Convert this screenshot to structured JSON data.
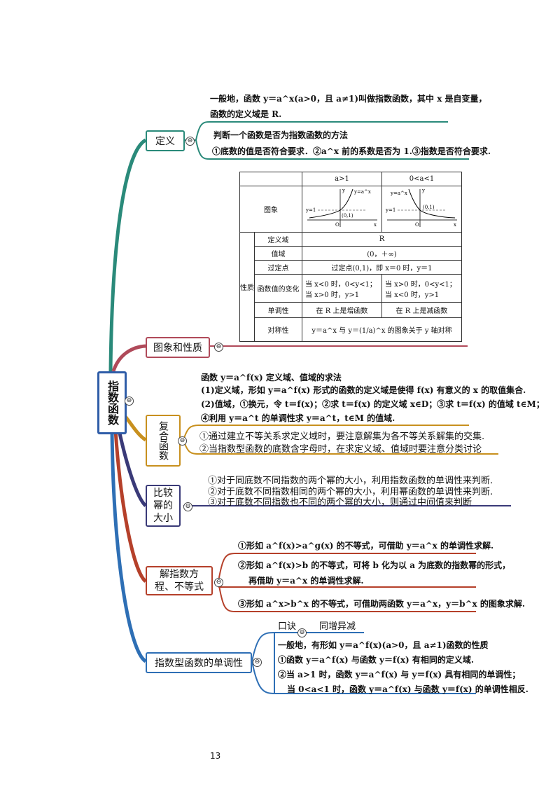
{
  "root": "指数函数",
  "branches": {
    "definition": {
      "label": "定义",
      "lines_top": [
        "一般地，函数 y＝a^x(a>0，且 a≠1)叫做指数函数，其中 x 是自变量，",
        "函数的定义域是 R."
      ],
      "lines_bottom": [
        "判断一个函数是否为指数函数的方法",
        "①底数的值是否符合要求．②a^x 前的系数是否为 1.③指数是否符合要求."
      ]
    },
    "graph": {
      "label": "图象和性质",
      "table": {
        "col_a_gt_1": "a>1",
        "col_a_lt_1": "0<a<1",
        "graph_label": "图象",
        "property_label": "性质",
        "rows": [
          {
            "name": "定义域",
            "both": "R"
          },
          {
            "name": "值域",
            "both": "(0，＋∞)"
          },
          {
            "name": "过定点",
            "both": "过定点(0,1)，即 x＝0 时，y＝1"
          },
          {
            "name": "函数值的变化",
            "left": [
              "当 x<0 时，0<y<1；",
              "当 x>0 时，y>1"
            ],
            "right": [
              "当 x>0 时，0<y<1；",
              "当 x<0 时，y>1"
            ]
          },
          {
            "name": "单调性",
            "left": "在 R 上是增函数",
            "right": "在 R 上是减函数"
          },
          {
            "name": "对称性",
            "both": "y＝a^x 与 y＝(1/a)^x 的图象关于 y 轴对称"
          }
        ],
        "graph_labels": {
          "y_eq_1": "y=1",
          "point": "(0,1)",
          "origin": "O",
          "x": "x",
          "y": "y",
          "curve_left": "y=a^x",
          "curve_right": "y=a^x"
        }
      }
    },
    "composite": {
      "label": "复合函数",
      "lines_top": [
        "函数 y＝a^f(x) 定义域、值域的求法",
        "(1)定义域，形如 y＝a^f(x) 形式的函数的定义域是使得 f(x) 有意义的 x 的取值集合.",
        "(2)值域，①换元，令 t＝f(x)；②求 t＝f(x) 的定义域 x∈D；③求 t＝f(x) 的值域 t∈M；",
        "④利用 y＝a^t 的单调性求 y＝a^t，t∈M 的值域."
      ],
      "lines_bottom": [
        "①通过建立不等关系求定义域时，要注意解集为各不等关系解集的交集.",
        "②当指数型函数的底数含字母时，在求定义域、值域时要注意分类讨论"
      ]
    },
    "compare": {
      "label": "比较幂的大小",
      "lines": [
        "①对于同底数不同指数的两个幂的大小，利用指数函数的单调性来判断.",
        "②对于底数不同指数相同的两个幂的大小，利用幂函数的单调性来判断.",
        "③对于底数不同指数也不同的两个幂的大小，则通过中间值来判断"
      ]
    },
    "solve": {
      "label": "解指数方程、不等式",
      "lines": [
        "①形如 a^f(x)>a^g(x) 的不等式，可借助 y＝a^x 的单调性求解.",
        "②形如 a^f(x)>b 的不等式，可将 b 化为以 a 为底数的指数幂的形式，",
        "再借助 y＝a^x 的单调性求解.",
        "③形如 a^x>b^x 的不等式，可借助两函数 y＝a^x，y＝b^x 的图象求解."
      ]
    },
    "monotone": {
      "label": "指数型函数的单调性",
      "mnemonic_key": "口诀",
      "mnemonic_value": "同增异减",
      "lines": [
        "一般地，有形如 y＝a^f(x)(a>0，且 a≠1)函数的性质",
        "①函数 y＝a^f(x) 与函数 y＝f(x) 有相同的定义域.",
        "②当 a>1 时，函数 y＝a^f(x) 与 y＝f(x) 具有相同的单调性；",
        "当 0<a<1 时，函数 y＝a^f(x) 与函数 y＝f(x) 的单调性相反."
      ]
    }
  },
  "collapse_symbol": "⊖",
  "page_number": "13",
  "colors": {
    "definition": "#2a8a7a",
    "graph": "#b04a5a",
    "composite": "#c8901e",
    "compare": "#3a3a78",
    "solve": "#b5402a",
    "monotone": "#2e6fb5",
    "root": "#2f5da8"
  }
}
